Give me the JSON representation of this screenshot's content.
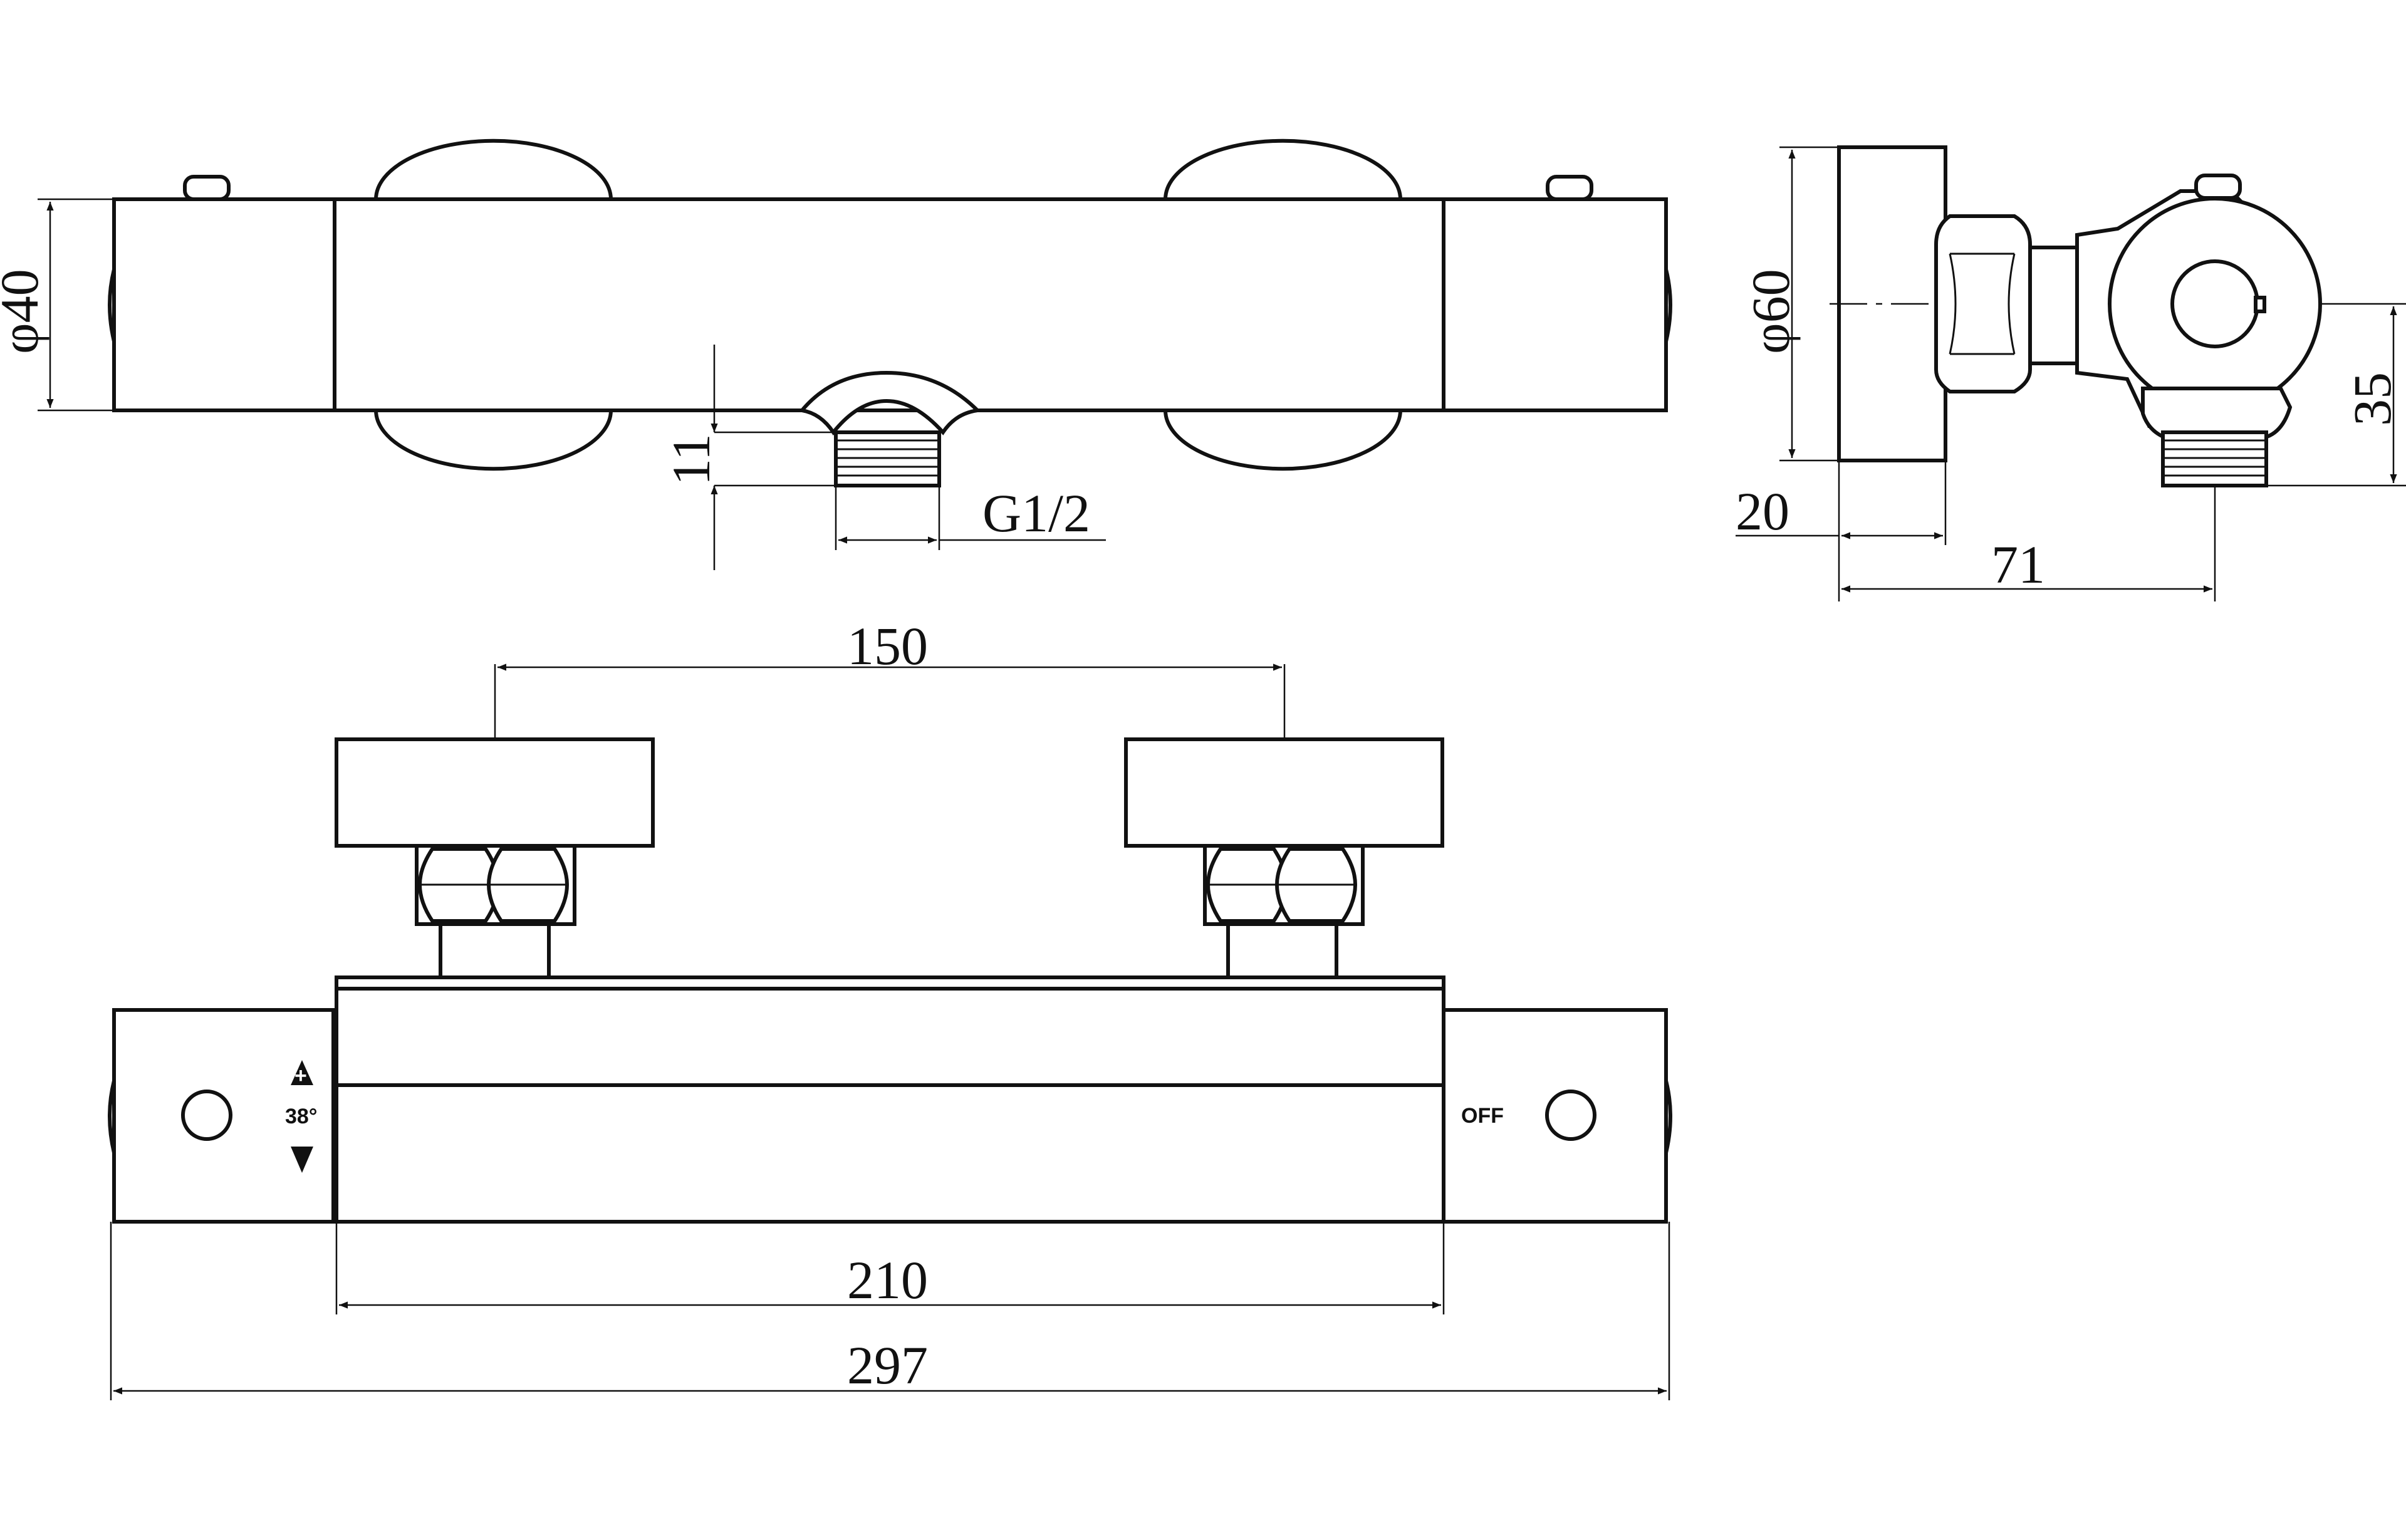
{
  "dimensions": {
    "pipe_diameter": "φ40",
    "outlet_height": "11",
    "outlet_thread": "G1/2",
    "cover_diameter": "φ60",
    "outlet_offset": "35",
    "cover_depth": "20",
    "projection": "71",
    "inlet_centres": "150",
    "body_length": "210",
    "overall_length": "297"
  },
  "handle_labels": {
    "temperature": "38°",
    "off": "OFF",
    "plus": "+"
  }
}
